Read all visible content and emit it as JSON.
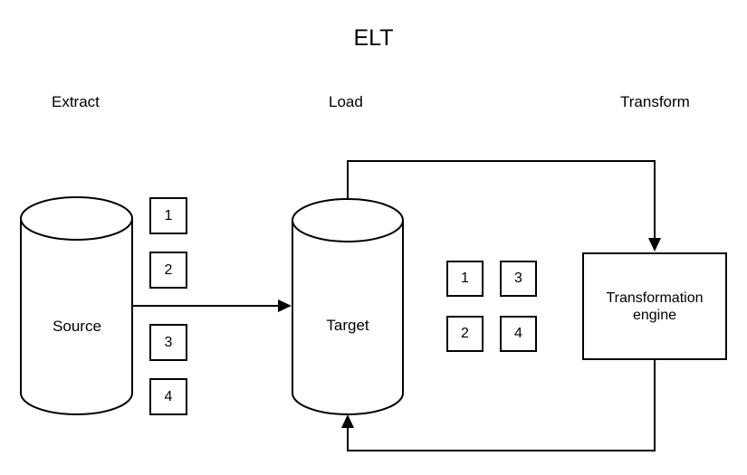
{
  "title": "ELT",
  "stages": {
    "extract": "Extract",
    "load": "Load",
    "transform": "Transform"
  },
  "nodes": {
    "source": {
      "label": "Source",
      "shape": "database-cylinder"
    },
    "target": {
      "label": "Target",
      "shape": "database-cylinder"
    },
    "engine": {
      "label": "Transformation engine",
      "shape": "rectangle"
    }
  },
  "source_queue": {
    "items": [
      "1",
      "2",
      "3",
      "4"
    ]
  },
  "staging_grid": {
    "row1": [
      "1",
      "3"
    ],
    "row2": [
      "2",
      "4"
    ]
  },
  "flows": [
    {
      "from": "Source",
      "to": "Target"
    },
    {
      "from": "Target",
      "to": "Transformation engine"
    },
    {
      "from": "Transformation engine",
      "to": "Target"
    }
  ],
  "colors": {
    "stroke": "#000000",
    "background": "#ffffff",
    "text": "#000000"
  }
}
